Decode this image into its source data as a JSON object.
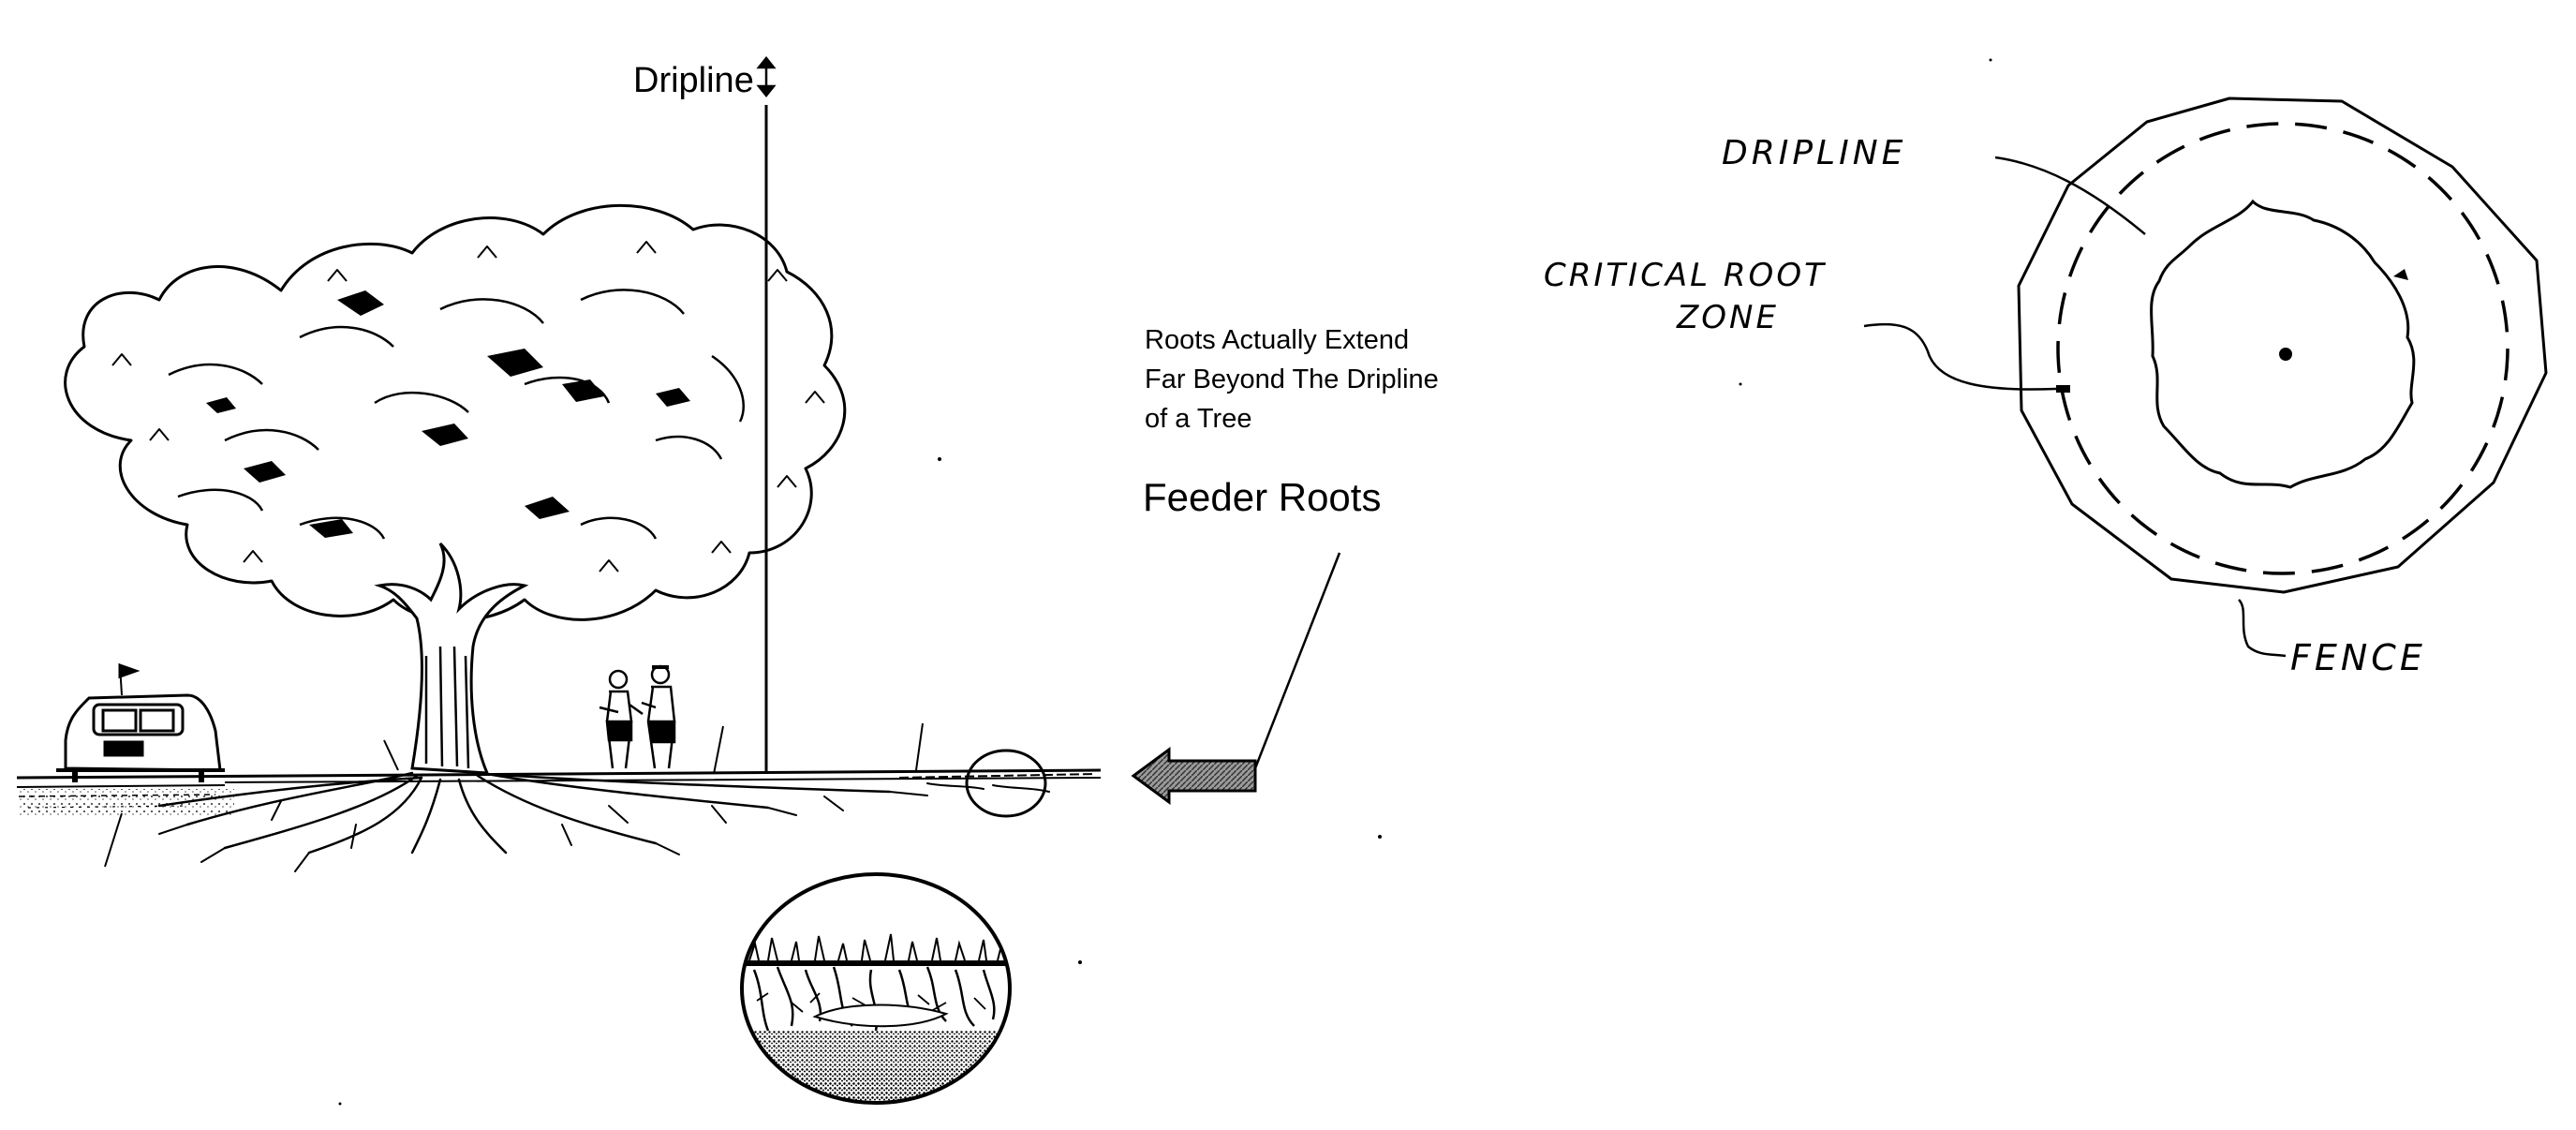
{
  "labels": {
    "dripline": "Dripline",
    "roots_extend_line1": "Roots Actually Extend",
    "roots_extend_line2": "Far Beyond The Dripline",
    "roots_extend_line3": "of a  Tree",
    "feeder_roots": "Feeder Roots",
    "plan_dripline": "DRIPLINE",
    "plan_critical_line1": "CRITICAL ROOT",
    "plan_critical_line2": "ZONE",
    "plan_fence": "FENCE"
  },
  "icons": {
    "dripline_marker": "up-down-arrow-icon",
    "arrow": "left-arrow-icon"
  },
  "colors": {
    "ink": "#000000",
    "paper": "#ffffff",
    "arrow_fill": "#8a8a8a"
  }
}
